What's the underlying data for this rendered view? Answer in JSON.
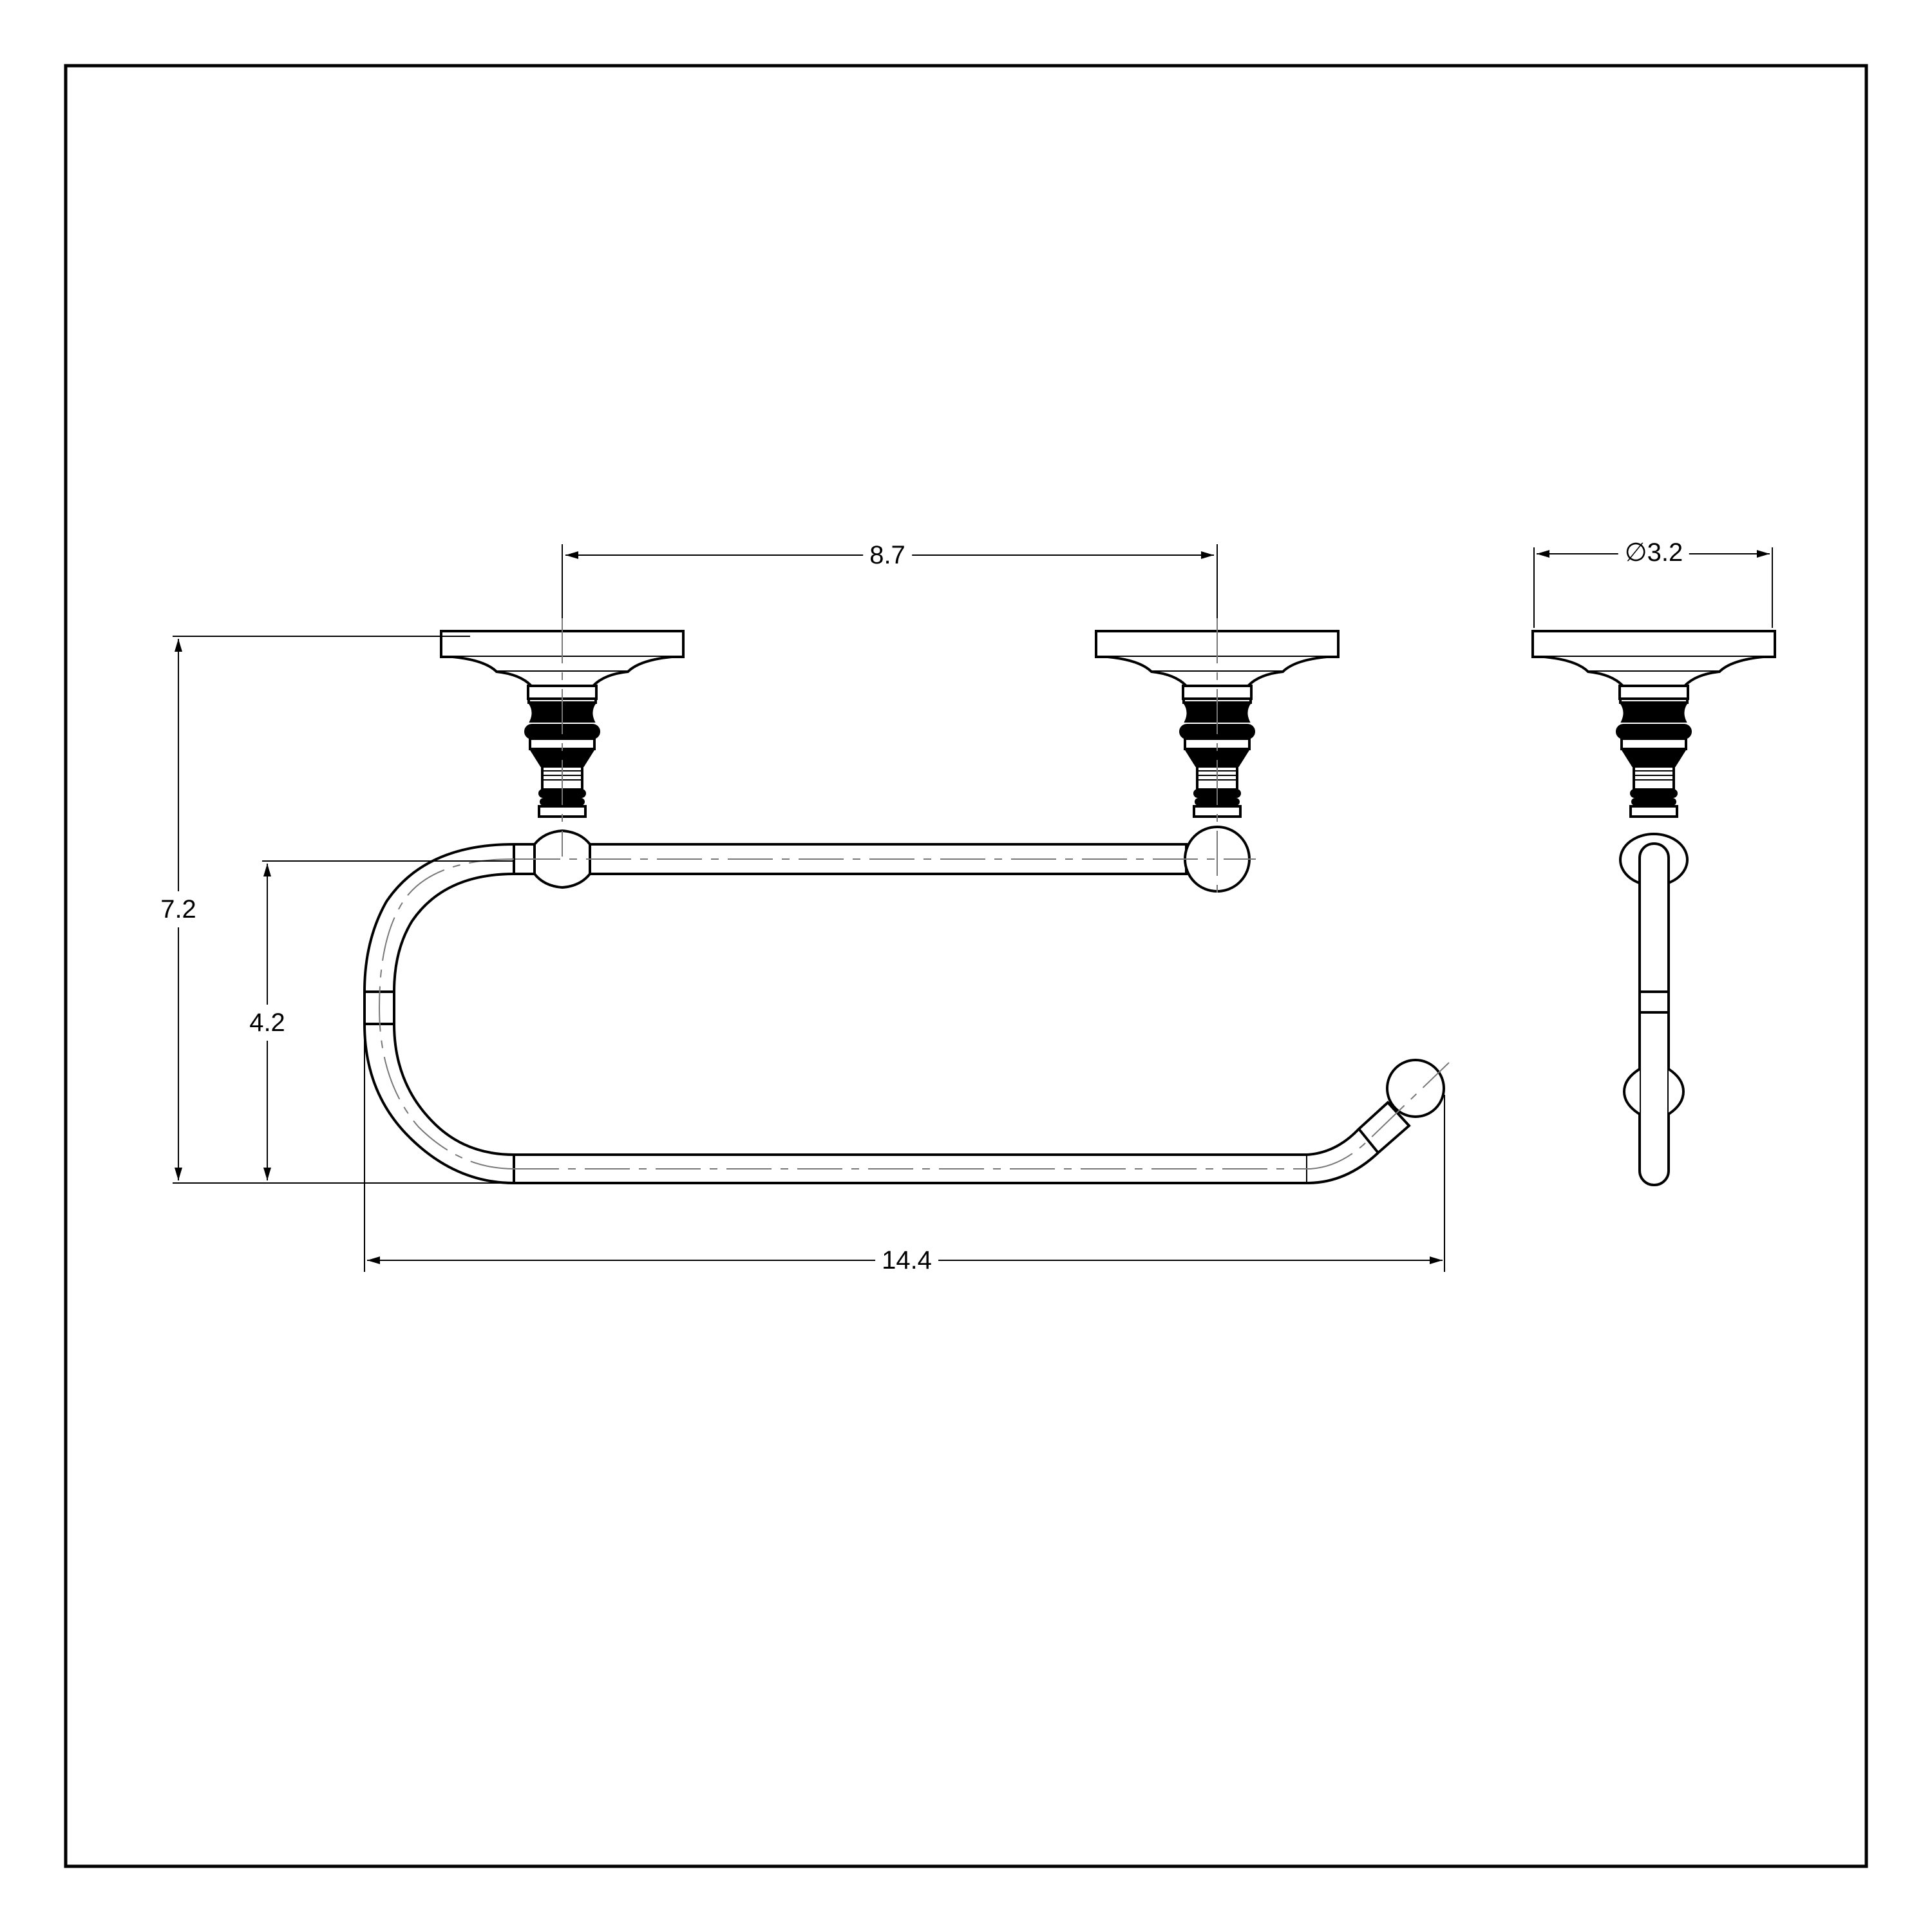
{
  "drawing": {
    "title": "Paper towel holder dimension drawing",
    "views": [
      "front",
      "side"
    ],
    "line_color": "#000000",
    "centerline_color": "#777777",
    "background": "#ffffff"
  },
  "dimensions": {
    "mount_spacing": {
      "label": "8.7",
      "orientation": "horizontal"
    },
    "base_diameter": {
      "label": "3.2",
      "symbol": "∅",
      "orientation": "horizontal"
    },
    "overall_height": {
      "label": "7.2",
      "orientation": "vertical"
    },
    "loop_height": {
      "label": "4.2",
      "orientation": "vertical"
    },
    "overall_width": {
      "label": "14.4",
      "orientation": "horizontal"
    }
  }
}
